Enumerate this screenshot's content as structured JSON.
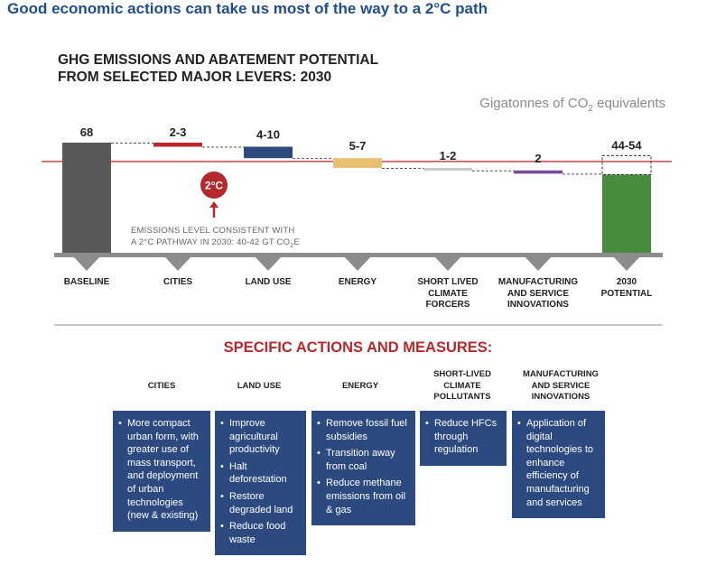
{
  "headline": "Good economic actions can take us most of the way to a 2°C path",
  "chart_data": {
    "type": "waterfall",
    "title_line1": "GHG EMISSIONS AND ABATEMENT POTENTIAL",
    "title_line2": "FROM SELECTED MAJOR LEVERS: 2030",
    "units_prefix": "Gigatonnes of CO",
    "units_sub": "2",
    "units_suffix": " equivalents",
    "categories": [
      [
        "BASELINE"
      ],
      [
        "CITIES"
      ],
      [
        "LAND USE"
      ],
      [
        "ENERGY"
      ],
      [
        "SHORT LIVED",
        "CLIMATE",
        "FORCERS"
      ],
      [
        "MANUFACTURING",
        "AND SERVICE",
        "INNOVATIONS"
      ],
      [
        "2030",
        "POTENTIAL"
      ]
    ],
    "value_labels": [
      "68",
      "2-3",
      "4-10",
      "5-7",
      "1-2",
      "2",
      "44-54"
    ],
    "bars": [
      {
        "kind": "total",
        "bottom": 0,
        "top": 68,
        "color": "#595959"
      },
      {
        "kind": "step",
        "bottom": 65.5,
        "top": 68,
        "color": "#c0272d"
      },
      {
        "kind": "step",
        "bottom": 58.5,
        "top": 65.5,
        "color": "#2d4a80"
      },
      {
        "kind": "step",
        "bottom": 52.5,
        "top": 58.5,
        "color": "#e8c071"
      },
      {
        "kind": "step",
        "bottom": 51,
        "top": 52.5,
        "color": "#c8c8c8"
      },
      {
        "kind": "step",
        "bottom": 49,
        "top": 51,
        "color": "#7b4a9a"
      },
      {
        "kind": "range",
        "bottom": 0,
        "top": 44,
        "range_top": 54,
        "color": "#4a8c3f"
      }
    ],
    "ylim": [
      0,
      80
    ],
    "threshold": {
      "value": 41,
      "color": "#b5292d",
      "badge": "2°C"
    },
    "annotation_line1": "EMISSIONS LEVEL CONSISTENT WITH",
    "annotation_line2_prefix": "A 2°C PATHWAY IN 2030: 40-42 GT CO",
    "annotation_line2_sub": "2",
    "annotation_line2_suffix": "E"
  },
  "actions": {
    "title": "SPECIFIC ACTIONS AND MEASURES:",
    "columns": [
      {
        "header": [
          "CITIES"
        ],
        "items": [
          "More compact urban form, with greater use of mass transport, and deployment of urban technologies (new & existing)"
        ]
      },
      {
        "header": [
          "LAND USE"
        ],
        "items": [
          "Improve agricultural productivity",
          "Halt deforestation",
          "Restore degraded land",
          "Reduce food waste"
        ]
      },
      {
        "header": [
          "ENERGY"
        ],
        "items": [
          "Remove fossil fuel subsidies",
          "Transition away from coal",
          "Reduce methane emissions from oil & gas"
        ]
      },
      {
        "header": [
          "SHORT-LIVED",
          "CLIMATE",
          "POLLUTANTS"
        ],
        "items": [
          "Reduce HFCs through regulation"
        ]
      },
      {
        "header": [
          "MANUFACTURING",
          "AND SERVICE",
          "INNOVATIONS"
        ],
        "items": [
          "Application of digital technologies to enhance efficiency of manufacturing and services"
        ]
      }
    ]
  },
  "colors": {
    "headline": "#1f4e89",
    "accent_red": "#b5292d",
    "box_blue": "#2d4a80",
    "axis_gray": "#8c8c8c"
  }
}
